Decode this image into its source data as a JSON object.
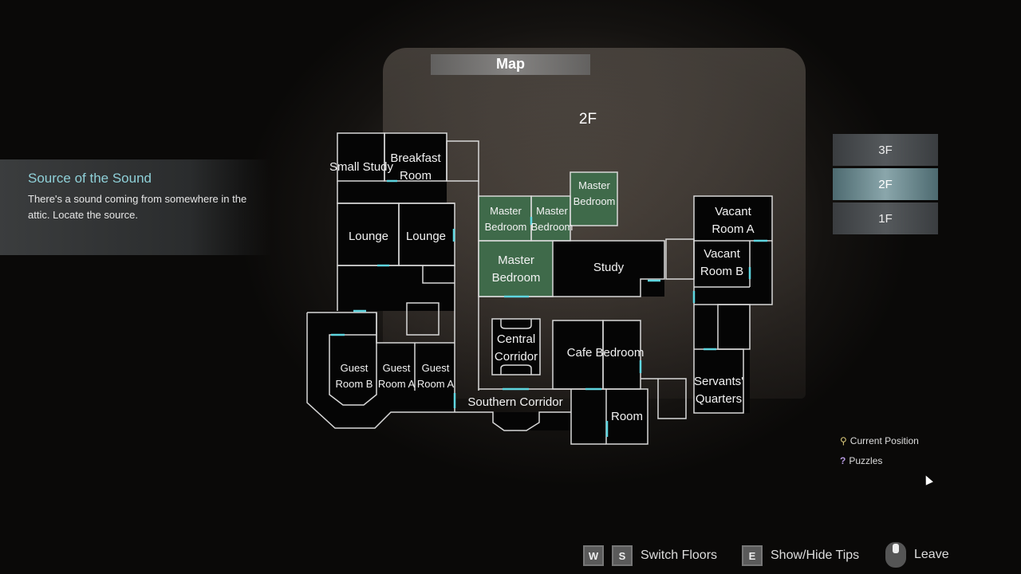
{
  "header": {
    "title": "Map",
    "floor": "2F"
  },
  "tip": {
    "title": "Source of the Sound",
    "body": "There's a sound coming from somewhere in the attic. Locate the source."
  },
  "rooms": {
    "small_study": "Small Study",
    "breakfast_room": "Breakfast Room",
    "lounge_1": "Lounge",
    "lounge_2": "Lounge",
    "master_bedroom_1": "Master Bedroom",
    "master_bedroom_2": "Master Bedroom",
    "master_bedroom_3": "Master Bedroom",
    "master_bedroom_4": "Master Bedroom",
    "study": "Study",
    "vacant_a": "Vacant Room A",
    "vacant_b": "Vacant Room B",
    "central_corridor": "Central Corridor",
    "cafe_bedroom": "Cafe Bedroom",
    "southern_corridor": "Southern Corridor",
    "room": "Room",
    "servants_quarters": "Servants' Quarters",
    "guest_b": "Guest Room B",
    "guest_a_1": "Guest Room A",
    "guest_a_2": "Guest Room A"
  },
  "floors": [
    {
      "label": "3F"
    },
    {
      "label": "2F",
      "active": true
    },
    {
      "label": "1F"
    }
  ],
  "legend": {
    "current_position": "Current Position",
    "puzzles": "Puzzles"
  },
  "controls": {
    "w": "W",
    "s": "S",
    "switch_floors": "Switch Floors",
    "e": "E",
    "show_hide_tips": "Show/Hide Tips",
    "leave": "Leave"
  },
  "colors": {
    "visited": "#3f6a4a",
    "door": "#5fd6e0",
    "wall": "#d8d8d8",
    "tip_title": "#8fd0d8"
  }
}
